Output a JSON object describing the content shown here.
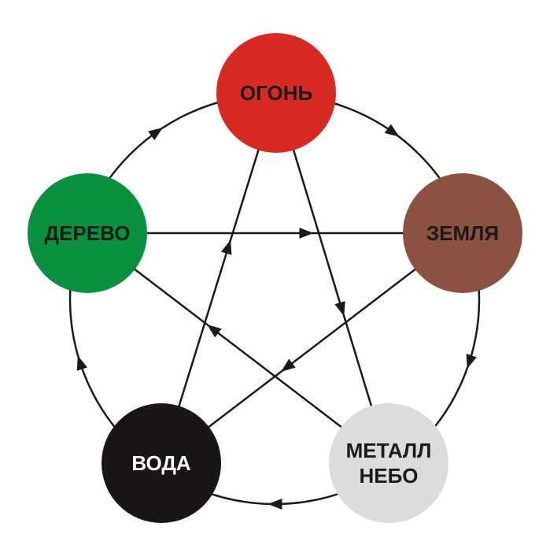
{
  "nodes": [
    {
      "id": "fire",
      "lines": [
        "ОГОНЬ"
      ],
      "fill": "#d72a22",
      "text_color": "#1a1a1a"
    },
    {
      "id": "earth",
      "lines": [
        "ЗЕМЛЯ"
      ],
      "fill": "#8b5244",
      "text_color": "#1a1a1a"
    },
    {
      "id": "metal",
      "lines": [
        "МЕТАЛЛ",
        "НЕБО"
      ],
      "fill": "#dcdcdc",
      "text_color": "#1a1a1a"
    },
    {
      "id": "water",
      "lines": [
        "ВОДА"
      ],
      "fill": "#1a1616",
      "text_color": "#ffffff"
    },
    {
      "id": "wood",
      "lines": [
        "ДЕРЕВО"
      ],
      "fill": "#0a9140",
      "text_color": "#1a1a1a"
    }
  ],
  "generating_cycle": [
    {
      "from": "fire",
      "to": "earth"
    },
    {
      "from": "earth",
      "to": "metal"
    },
    {
      "from": "metal",
      "to": "water"
    },
    {
      "from": "water",
      "to": "wood"
    },
    {
      "from": "wood",
      "to": "fire"
    }
  ],
  "controlling_cycle": [
    {
      "from": "wood",
      "to": "earth"
    },
    {
      "from": "earth",
      "to": "water"
    },
    {
      "from": "water",
      "to": "fire"
    },
    {
      "from": "fire",
      "to": "metal"
    },
    {
      "from": "metal",
      "to": "wood"
    }
  ],
  "colors": {
    "line": "#1a1a1a",
    "background": "#ffffff"
  }
}
